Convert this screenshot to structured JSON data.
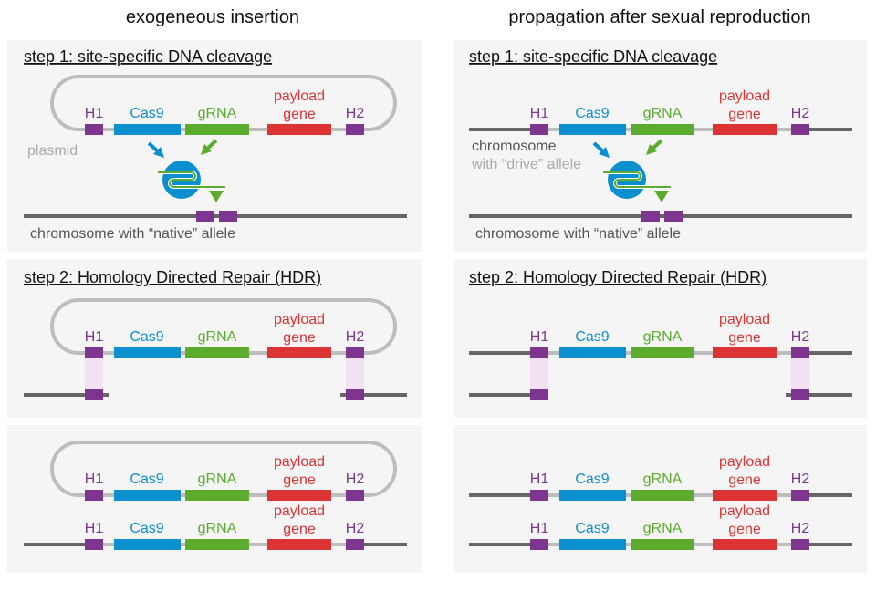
{
  "columns": [
    {
      "header": "exogeneous insertion"
    },
    {
      "header": "propagation after sexual reproduction"
    }
  ],
  "step1_title": "step 1: site-specific DNA cleavage",
  "step2_title": "step 2: Homology Directed Repair (HDR)",
  "segments": {
    "h1": "H1",
    "cas9": "Cas9",
    "grna": "gRNA",
    "payload_line1": "payload",
    "payload_line2": "gene",
    "h2": "H2"
  },
  "labels": {
    "plasmid": "plasmid",
    "native_chromosome": "chromosome with “native” allele",
    "drive_chromosome_line1": "chromosome",
    "drive_chromosome_line2": "with “drive” allele"
  },
  "colors": {
    "homology_arm": "#7d3590",
    "cas9": "#0b8fce",
    "grna": "#5aab2e",
    "payload": "#dc3434",
    "plasmid": "#bdbdbd",
    "chromosome": "#666666",
    "panel_bg": "#f5f5f5",
    "hdr_pairing": "#f1e1f3"
  }
}
